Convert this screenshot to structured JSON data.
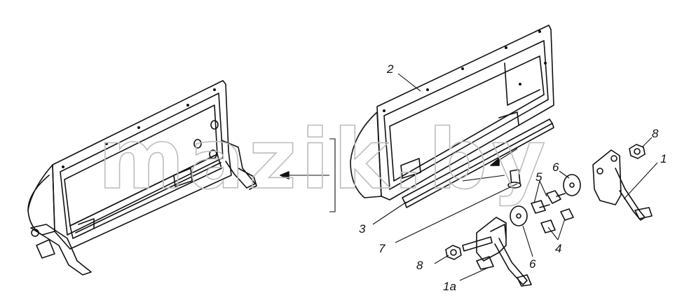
{
  "watermark": "mazik.by",
  "callouts": {
    "c1": "1",
    "c1a": "1а",
    "c2": "2",
    "c3": "3",
    "c4": "4",
    "c5": "5",
    "c6a": "6",
    "c6b": "6",
    "c7": "7",
    "c8a": "8",
    "c8b": "8"
  },
  "colors": {
    "line": "#111111",
    "watermark": "#bdbdbd",
    "background": "#ffffff"
  }
}
